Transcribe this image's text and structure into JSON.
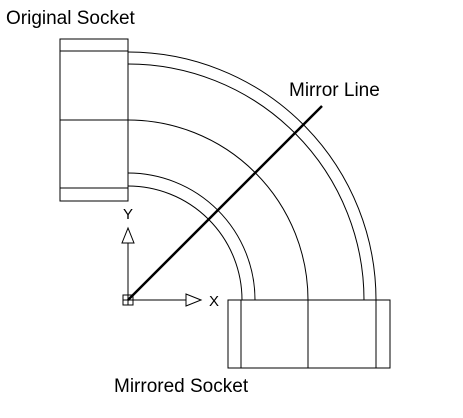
{
  "labels": {
    "original_socket": "Original Socket",
    "mirror_line": "Mirror Line",
    "mirrored_socket": "Mirrored Socket",
    "axis_x": "X",
    "axis_y": "Y"
  },
  "icons": {
    "ucs": "ucs-icon",
    "arrow_x": "arrow-right-icon",
    "arrow_y": "arrow-up-icon"
  },
  "colors": {
    "background": "#ffffff",
    "lines": "#000000"
  }
}
